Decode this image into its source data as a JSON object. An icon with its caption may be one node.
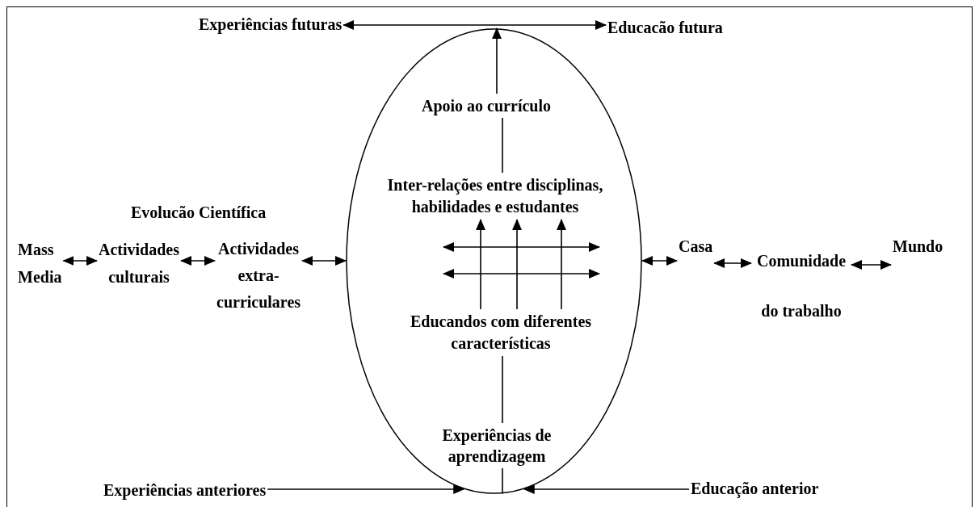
{
  "diagram": {
    "nodes": [
      {
        "text": [],
        "shape": "ellipse"
      },
      {
        "text": [
          "Apoio ao currículo"
        ],
        "in": 0
      },
      {
        "text": [
          "Inter-relações entre disciplinas, habilidades e estudantes"
        ],
        "in": 0
      },
      {
        "text": [
          "Educandos com diferentes características"
        ],
        "in": 0
      },
      {
        "text": [
          "Experiências de aprendizagem"
        ],
        "in": 0
      },
      {
        "text": [
          "Experiências futuras"
        ]
      },
      {
        "text": [
          "Educacão futura"
        ]
      },
      {
        "text": [
          "Mass Media"
        ]
      },
      {
        "text": [
          "Actividades culturais"
        ]
      },
      {
        "text": [
          "Actividades extra-curriculares"
        ]
      },
      {
        "text": [
          "Casa"
        ]
      },
      {
        "text": [
          "Comunidade do trabalho"
        ]
      },
      {
        "text": [
          "Mundo"
        ]
      },
      {
        "text": [
          "Experiências anteriores"
        ]
      },
      {
        "text": [
          "Educação anterior"
        ]
      }
    ],
    "edges": [
      {
        "from": 5,
        "to": 6,
        "arrow": "both"
      },
      {
        "from": 1,
        "to": 0,
        "arrow": "to"
      },
      {
        "from": 2,
        "to": 1,
        "arrow": "none"
      },
      {
        "from": 3,
        "to": 2,
        "arrow": "to"
      },
      {
        "from": 3,
        "to": 2,
        "arrow": "to"
      },
      {
        "from": 3,
        "to": 2,
        "arrow": "to"
      },
      {
        "from": 3,
        "to": 4,
        "arrow": "none"
      },
      {
        "from": 4,
        "to": 0,
        "arrow": "none"
      },
      {
        "from": 7,
        "to": 8,
        "arrow": "both"
      },
      {
        "from": 8,
        "to": 9,
        "arrow": "both"
      },
      {
        "from": 9,
        "to": 0,
        "arrow": "both"
      },
      {
        "from": 0,
        "to": 10,
        "arrow": "both"
      },
      {
        "from": 10,
        "to": 11,
        "arrow": "both"
      },
      {
        "from": 11,
        "to": 12,
        "arrow": "both"
      },
      {
        "from": 13,
        "to": 0,
        "arrow": "to"
      },
      {
        "from": 14,
        "to": 0,
        "arrow": "to"
      }
    ],
    "labels": [
      "Evolucão Científica"
    ]
  }
}
